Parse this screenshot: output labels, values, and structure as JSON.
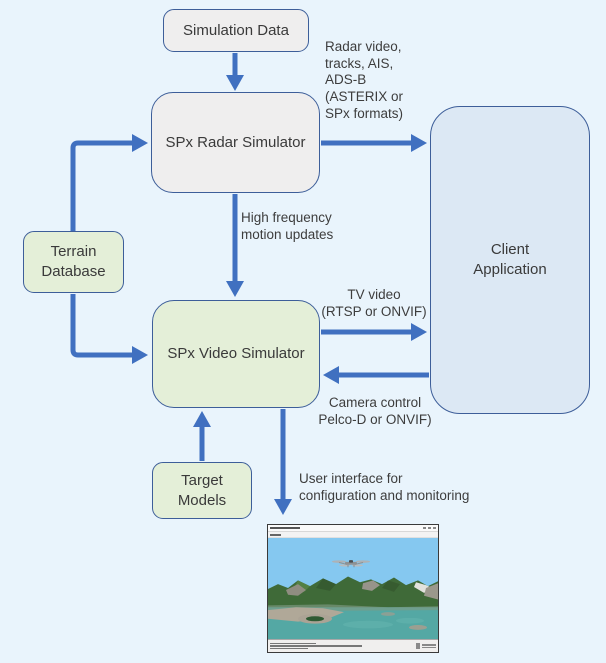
{
  "background_color": "#e9f4fc",
  "colors": {
    "arrow": "#4070c0",
    "node_border": "#3d5e99",
    "gray_node_fill": "#efeeee",
    "green_node_fill": "#e4efd8",
    "blue_node_fill": "#dce8f4",
    "sky": "#85c8f0",
    "mountain": "#3f6a38",
    "water": "#54a8a4"
  },
  "nodes": {
    "simulation_data": "Simulation Data",
    "radar_simulator": "SPx Radar Simulator",
    "terrain_database": "Terrain\nDatabase",
    "video_simulator": "SPx Video Simulator",
    "target_models": "Target\nModels",
    "client_application": "Client\nApplication"
  },
  "edge_labels": {
    "radar_outputs": "Radar video,\ntracks, AIS,\nADS-B\n(ASTERIX or\nSPx formats)",
    "motion_updates": "High frequency\nmotion updates",
    "tv_video": "TV video\n(RTSP or ONVIF)",
    "camera_control": "Camera control\nPelco-D or ONVIF)",
    "user_interface": "User interface for\nconfiguration and monitoring"
  },
  "screenshot": {
    "content_name": "simulated-camera-view-drone-over-coastal-terrain"
  }
}
